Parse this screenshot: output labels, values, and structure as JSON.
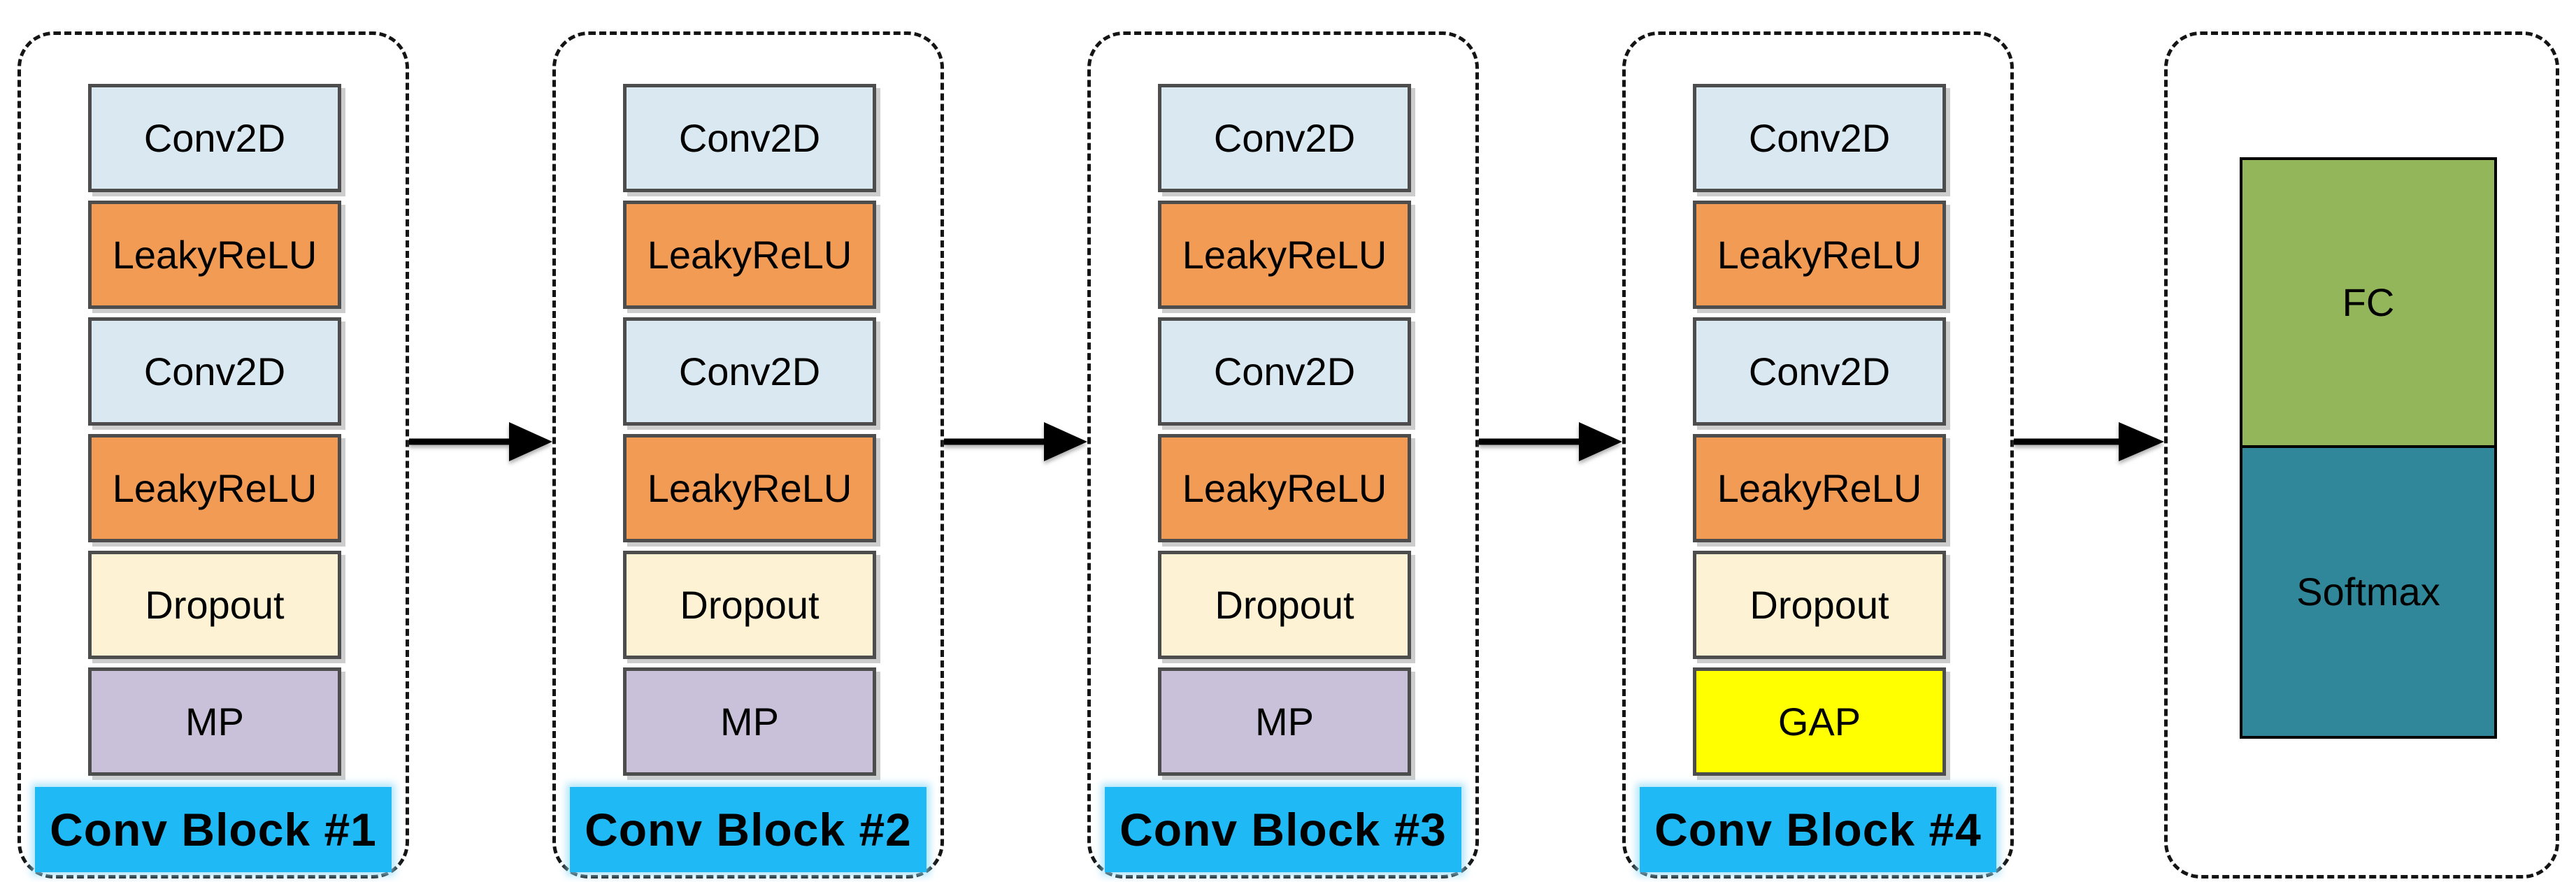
{
  "palette": {
    "conv2d_fill": "#D9E8F1",
    "leakyrelu_fill": "#F19B55",
    "dropout_fill": "#FDF3D4",
    "maxpool_fill": "#C9C0DA",
    "gap_fill": "#FFFF00",
    "block_label_fill": "#1FB9F5",
    "fc_fill": "#93B65A",
    "softmax_fill": "#2F8799",
    "layer_border": "#4D4D4D",
    "container_border": "#141414",
    "arrow_color": "#000000",
    "text_color": "#000000"
  },
  "blocks": [
    {
      "label": "Conv Block #1",
      "layers": [
        {
          "name": "Conv2D",
          "type": "conv2d"
        },
        {
          "name": "LeakyReLU",
          "type": "leakyrelu"
        },
        {
          "name": "Conv2D",
          "type": "conv2d"
        },
        {
          "name": "LeakyReLU",
          "type": "leakyrelu"
        },
        {
          "name": "Dropout",
          "type": "dropout"
        },
        {
          "name": "MP",
          "type": "maxpool"
        }
      ]
    },
    {
      "label": "Conv Block #2",
      "layers": [
        {
          "name": "Conv2D",
          "type": "conv2d"
        },
        {
          "name": "LeakyReLU",
          "type": "leakyrelu"
        },
        {
          "name": "Conv2D",
          "type": "conv2d"
        },
        {
          "name": "LeakyReLU",
          "type": "leakyrelu"
        },
        {
          "name": "Dropout",
          "type": "dropout"
        },
        {
          "name": "MP",
          "type": "maxpool"
        }
      ]
    },
    {
      "label": "Conv Block #3",
      "layers": [
        {
          "name": "Conv2D",
          "type": "conv2d"
        },
        {
          "name": "LeakyReLU",
          "type": "leakyrelu"
        },
        {
          "name": "Conv2D",
          "type": "conv2d"
        },
        {
          "name": "LeakyReLU",
          "type": "leakyrelu"
        },
        {
          "name": "Dropout",
          "type": "dropout"
        },
        {
          "name": "MP",
          "type": "maxpool"
        }
      ]
    },
    {
      "label": "Conv Block #4",
      "layers": [
        {
          "name": "Conv2D",
          "type": "conv2d"
        },
        {
          "name": "LeakyReLU",
          "type": "leakyrelu"
        },
        {
          "name": "Conv2D",
          "type": "conv2d"
        },
        {
          "name": "LeakyReLU",
          "type": "leakyrelu"
        },
        {
          "name": "Dropout",
          "type": "dropout"
        },
        {
          "name": "GAP",
          "type": "gap"
        }
      ]
    }
  ],
  "output_block": {
    "fc_label": "FC",
    "softmax_label": "Softmax"
  }
}
